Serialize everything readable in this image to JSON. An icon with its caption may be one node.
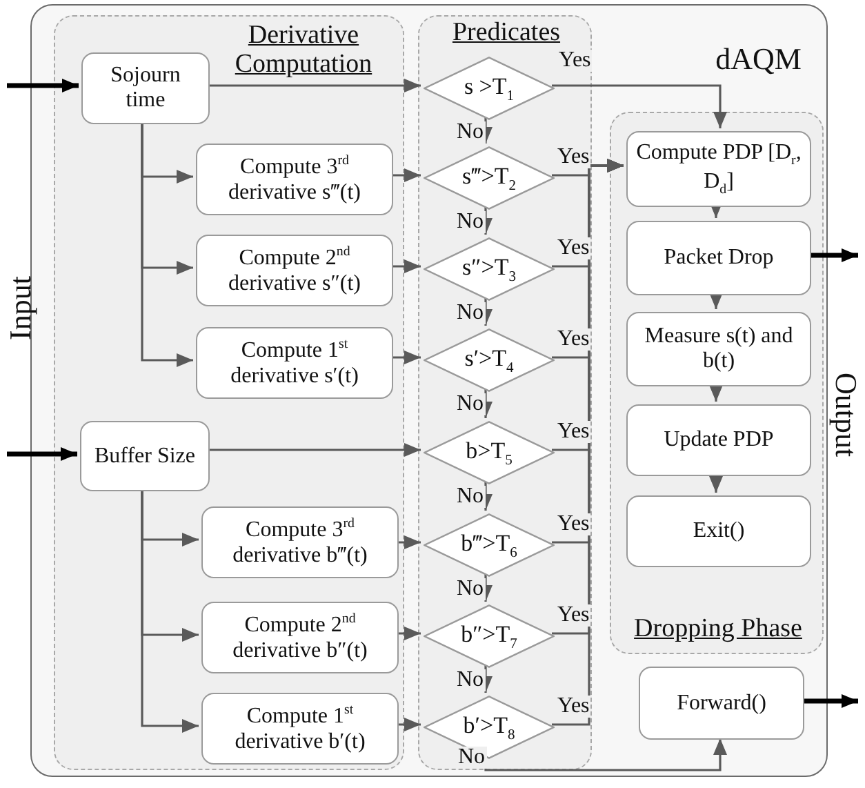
{
  "diagram": {
    "nodes": [
      {
        "text": [
          "dAQM"
        ]
      },
      {
        "text": [
          "Derivative Computation"
        ],
        "in": 0
      },
      {
        "text": [
          "Sojourn time"
        ],
        "in": 1
      },
      {
        "text": [
          "Compute 3$^{rd}$ derivative s‴(t)"
        ],
        "in": 1
      },
      {
        "text": [
          "Compute 2$^{nd}$ derivative s″(t)"
        ],
        "in": 1
      },
      {
        "text": [
          "Compute 1$^{st}$ derivative s′(t)"
        ],
        "in": 1
      },
      {
        "text": [
          "Buffer Size"
        ],
        "in": 1
      },
      {
        "text": [
          "Compute 3$^{rd}$ derivative b‴(t)"
        ],
        "in": 1
      },
      {
        "text": [
          "Compute 2$^{nd}$ derivative b″(t)"
        ],
        "in": 1
      },
      {
        "text": [
          "Compute 1$^{st}$ derivative b′(t)"
        ],
        "in": 1
      },
      {
        "text": [
          "Predicates"
        ],
        "in": 0
      },
      {
        "text": [
          "s >T$_{1}$"
        ],
        "in": 10
      },
      {
        "text": [
          "s‴>T$_{2}$"
        ],
        "in": 10
      },
      {
        "text": [
          "s″>T$_{3}$"
        ],
        "in": 10
      },
      {
        "text": [
          "s′>T$_{4}$"
        ],
        "in": 10
      },
      {
        "text": [
          "b>T$_{5}$"
        ],
        "in": 10
      },
      {
        "text": [
          "b‴>T$_{6}$"
        ],
        "in": 10
      },
      {
        "text": [
          "b″>T$_{7}$"
        ],
        "in": 10
      },
      {
        "text": [
          "b′>T$_{8}$"
        ],
        "in": 10
      },
      {
        "text": [
          "Dropping Phase"
        ],
        "in": 0
      },
      {
        "text": [
          "Compute PDP [D$_{r}$, D$_{d}$]"
        ],
        "in": 19
      },
      {
        "text": [
          "Packet Drop"
        ],
        "in": 19
      },
      {
        "text": [
          "Measure s(t) and b(t)"
        ],
        "in": 19
      },
      {
        "text": [
          "Update PDP"
        ],
        "in": 19
      },
      {
        "text": [
          "Exit()"
        ],
        "in": 19
      },
      {
        "text": [
          "Forward()"
        ],
        "in": 0
      }
    ],
    "edges": [
      {
        "from": null,
        "to": 2,
        "arrow": "to",
        "style": "thick",
        "color": "#000000"
      },
      {
        "from": null,
        "to": 6,
        "arrow": "to",
        "style": "thick",
        "color": "#000000"
      },
      {
        "from": 2,
        "to": 11,
        "arrow": "to"
      },
      {
        "from": 2,
        "to": 3,
        "arrow": "to"
      },
      {
        "from": 2,
        "to": 4,
        "arrow": "to"
      },
      {
        "from": 2,
        "to": 5,
        "arrow": "to"
      },
      {
        "from": 3,
        "to": 12,
        "arrow": "to"
      },
      {
        "from": 4,
        "to": 13,
        "arrow": "to"
      },
      {
        "from": 5,
        "to": 14,
        "arrow": "to"
      },
      {
        "from": 6,
        "to": 15,
        "arrow": "to"
      },
      {
        "from": 6,
        "to": 7,
        "arrow": "to"
      },
      {
        "from": 6,
        "to": 8,
        "arrow": "to"
      },
      {
        "from": 6,
        "to": 9,
        "arrow": "to"
      },
      {
        "from": 7,
        "to": 16,
        "arrow": "to"
      },
      {
        "from": 8,
        "to": 17,
        "arrow": "to"
      },
      {
        "from": 9,
        "to": 18,
        "arrow": "to"
      },
      {
        "from": 11,
        "to": 12,
        "arrow": "to",
        "label": "No"
      },
      {
        "from": 12,
        "to": 13,
        "arrow": "to",
        "label": "No"
      },
      {
        "from": 13,
        "to": 14,
        "arrow": "to",
        "label": "No"
      },
      {
        "from": 14,
        "to": 15,
        "arrow": "to",
        "label": "No"
      },
      {
        "from": 15,
        "to": 16,
        "arrow": "to",
        "label": "No"
      },
      {
        "from": 16,
        "to": 17,
        "arrow": "to",
        "label": "No"
      },
      {
        "from": 17,
        "to": 18,
        "arrow": "to",
        "label": "No"
      },
      {
        "from": 18,
        "to": 25,
        "arrow": "to",
        "label": "No"
      },
      {
        "from": 11,
        "to": 20,
        "arrow": "to",
        "label": "Yes"
      },
      {
        "from": 12,
        "to": 20,
        "arrow": "to",
        "label": "Yes"
      },
      {
        "from": 13,
        "to": 20,
        "arrow": "to",
        "label": "Yes"
      },
      {
        "from": 14,
        "to": 20,
        "arrow": "to",
        "label": "Yes"
      },
      {
        "from": 15,
        "to": 20,
        "arrow": "to",
        "label": "Yes"
      },
      {
        "from": 16,
        "to": 20,
        "arrow": "to",
        "label": "Yes"
      },
      {
        "from": 17,
        "to": 20,
        "arrow": "to",
        "label": "Yes"
      },
      {
        "from": 18,
        "to": 20,
        "arrow": "to",
        "label": "Yes"
      },
      {
        "from": 20,
        "to": 21,
        "arrow": "to"
      },
      {
        "from": 21,
        "to": 22,
        "arrow": "to"
      },
      {
        "from": 22,
        "to": 23,
        "arrow": "to"
      },
      {
        "from": 23,
        "to": 24,
        "arrow": "to"
      },
      {
        "from": 21,
        "to": null,
        "arrow": "to",
        "style": "thick",
        "color": "#000000"
      },
      {
        "from": 25,
        "to": null,
        "arrow": "to",
        "style": "thick",
        "color": "#000000"
      }
    ],
    "labels": [
      "Input",
      "Output"
    ]
  }
}
